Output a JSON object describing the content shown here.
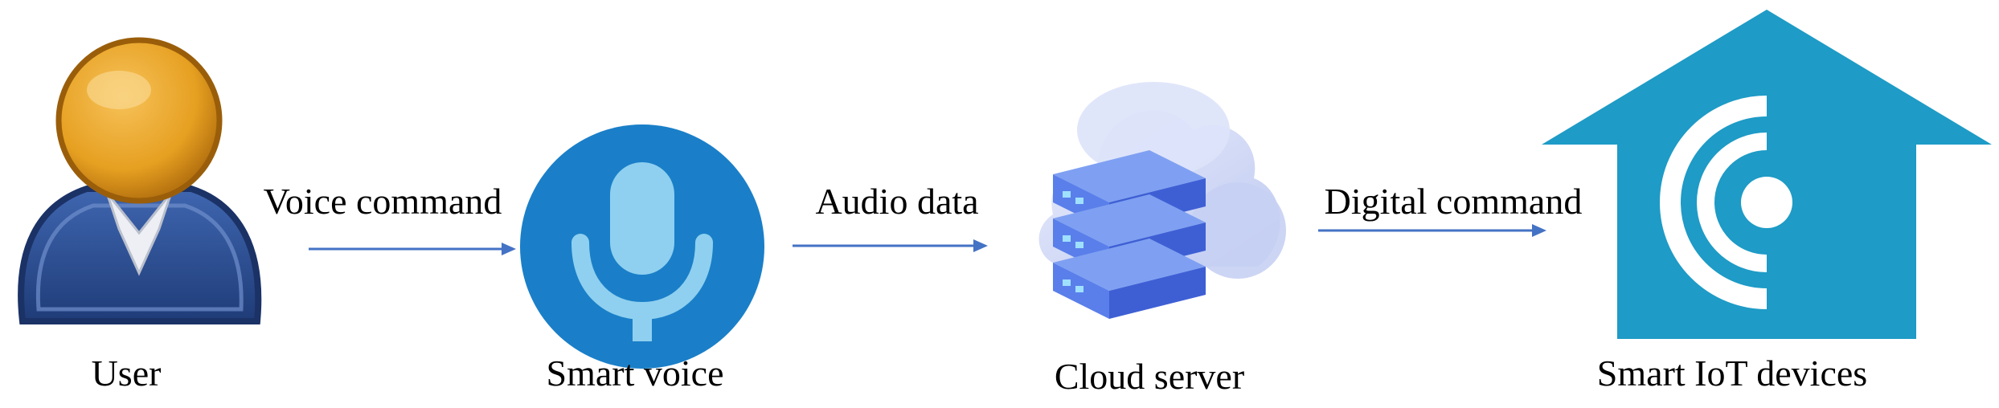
{
  "nodes": [
    {
      "id": "user",
      "label": "User",
      "icon": "user-avatar-icon"
    },
    {
      "id": "smart-voice",
      "label": "Smart voice",
      "icon": "microphone-icon"
    },
    {
      "id": "cloud-server",
      "label": "Cloud server",
      "icon": "cloud-server-icon"
    },
    {
      "id": "iot-devices",
      "label": "Smart IoT devices",
      "icon": "smart-home-icon"
    }
  ],
  "edges": [
    {
      "from": "user",
      "to": "smart-voice",
      "label": "Voice command"
    },
    {
      "from": "smart-voice",
      "to": "cloud-server",
      "label": "Audio data"
    },
    {
      "from": "cloud-server",
      "to": "iot-devices",
      "label": "Digital command"
    }
  ],
  "colors": {
    "arrow": "#4472C4",
    "user_face": "#E6A021",
    "user_body": "#2E4F8F",
    "mic_circle": "#1A7FC8",
    "mic_glyph": "#8FD0F0",
    "cloud": "#C9D3F5",
    "server": "#4A6BE0",
    "house": "#1E9BC6"
  }
}
